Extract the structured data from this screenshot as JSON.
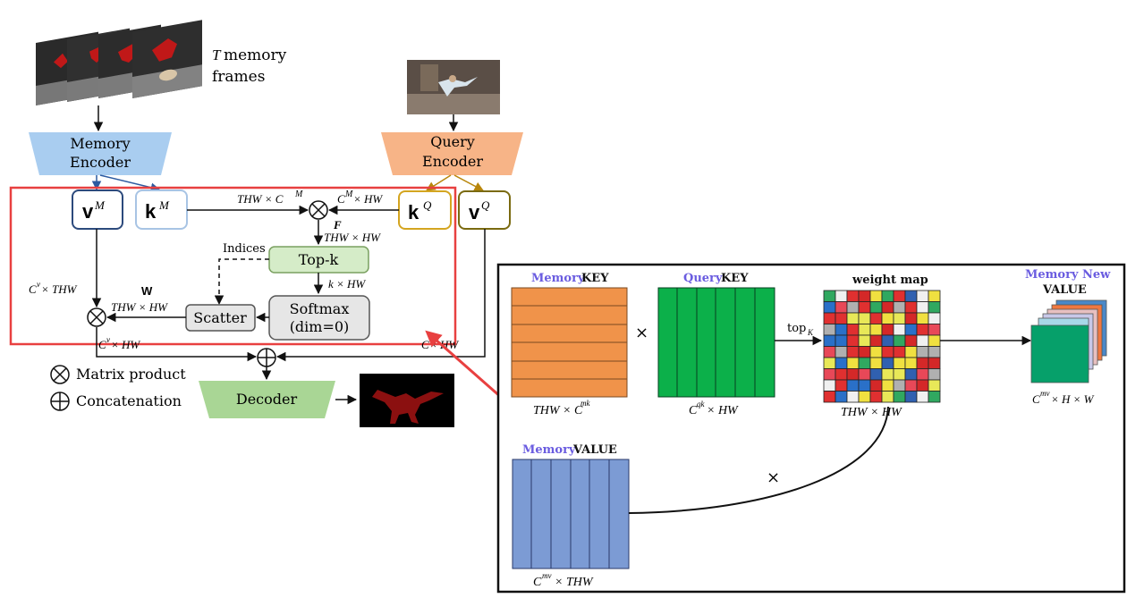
{
  "left": {
    "memory_frames_label_T": "T",
    "memory_frames_label_line1": "memory",
    "memory_frames_label_line2": "frames",
    "memory_encoder_line1": "Memory",
    "memory_encoder_line2": "Encoder",
    "query_encoder_line1": "Query",
    "query_encoder_line2": "Encoder",
    "v_M": "v",
    "v_M_sup": "M",
    "k_M": "k",
    "k_M_sup": "M",
    "k_Q": "k",
    "k_Q_sup": "Q",
    "v_Q": "v",
    "v_Q_sup": "Q",
    "dim_thw_cm": "THW × C",
    "dim_thw_cm_sup": "M",
    "dim_cm_hw": "C",
    "dim_cm_hw_sup": "M",
    "dim_cm_hw_rest": " × HW",
    "F_label": "F",
    "dim_thw_hw_1": "THW × HW",
    "topk_label": "Top-k",
    "indices_label": "Indices",
    "dim_k_hw": "k × HW",
    "W_label": "W",
    "dim_cv_thw": "C",
    "dim_cv_thw_sup": "v",
    "dim_cv_thw_rest": " × THW",
    "dim_thw_hw_2": "THW × HW",
    "scatter_label": "Scatter",
    "softmax_line1": "Softmax",
    "softmax_line2": "(dim=0)",
    "dim_cv_hw_left": "C",
    "dim_cv_hw_left_sup": "v",
    "dim_cv_hw_left_rest": " × HW",
    "dim_cv_hw_right": "C",
    "dim_cv_hw_right_rest": " × HW",
    "legend_product": "Matrix product",
    "legend_concat": "Concatenation",
    "decoder_label": "Decoder"
  },
  "right": {
    "memory_key_colored": "Memory",
    "memory_key_black": "KEY",
    "query_key_colored": "Query",
    "query_key_black": "KEY",
    "weight_map": "weight map",
    "memory_new_colored": "Memory New",
    "memory_new_black": "VALUE",
    "times_1": "×",
    "topk": "top",
    "topk_sub": "K",
    "dim_thw_cmk": "THW × C",
    "dim_thw_cmk_sup": "mk",
    "dim_cqk_hw": "C",
    "dim_cqk_hw_sup": "qk",
    "dim_cqk_hw_rest": " × HW",
    "dim_thw_hw": "THW × HW",
    "dim_cmv_hxw": "C",
    "dim_cmv_hxw_sup": "mv",
    "dim_cmv_hxw_rest": " × H × W",
    "memory_value_colored": "Memory",
    "memory_value_black": "VALUE",
    "times_2": "×",
    "dim_cmv_thw": "C",
    "dim_cmv_thw_sup": "mv",
    "dim_cmv_thw_rest": " × THW"
  },
  "colors": {
    "memory_encoder": "#a9cdf0",
    "query_encoder": "#f7b487",
    "decoder": "#a9d695",
    "red_box": "#e84040",
    "mem_key_fill": "#f0934a",
    "query_key_fill": "#0cb04a",
    "mem_value_fill": "#7c9bd4",
    "new_value_front": "#06a06a",
    "label_blue": "#6a5ce0"
  }
}
